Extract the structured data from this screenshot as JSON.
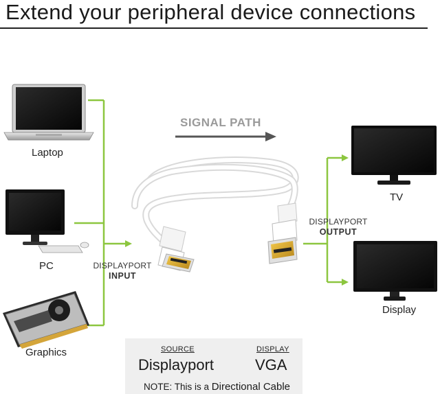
{
  "title": "Extend your peripheral device connections",
  "signal_path": "SIGNAL PATH",
  "inputs": [
    {
      "label": "Laptop",
      "icon": "laptop-icon"
    },
    {
      "label": "PC",
      "icon": "desktop-pc-icon"
    },
    {
      "label": "Graphics",
      "icon": "graphics-card-icon"
    }
  ],
  "outputs": [
    {
      "label": "TV",
      "icon": "tv-icon"
    },
    {
      "label": "Display",
      "icon": "monitor-icon"
    }
  ],
  "input_port": {
    "line1": "DISPLAYPORT",
    "line2": "INPUT"
  },
  "output_port": {
    "line1": "DISPLAYPORT",
    "line2": "OUTPUT"
  },
  "source_box": {
    "source_heading": "SOURCE",
    "display_heading": "DISPLAY",
    "source_value": "Displayport",
    "display_value": "VGA",
    "note_prefix": "NOTE: This is a",
    "note_emphasis": "Directional Cable"
  },
  "colors": {
    "connector_line": "#8cc63f",
    "signal_arrow": "#555555",
    "signal_text": "#9a9a9a"
  }
}
